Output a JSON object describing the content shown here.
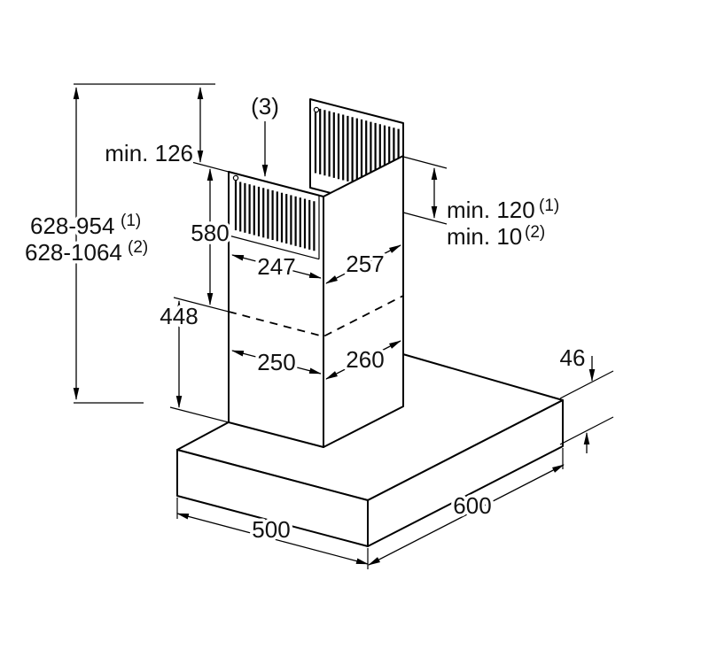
{
  "diagram": {
    "callout_3": "(3)",
    "dims": {
      "min126": "min. 126",
      "total_1_main": "628-954",
      "total_1_sup": "(1)",
      "total_2_main": "628-1064",
      "total_2_sup": "(2)",
      "h580": "580",
      "h448": "448",
      "w247": "247",
      "w257": "257",
      "w250": "250",
      "w260": "260",
      "rmin1_main": "min. 120",
      "rmin1_sup": "(1)",
      "rmin2_main": "min. 10",
      "rmin2_sup": "(2)",
      "t46": "46",
      "d500": "500",
      "w600": "600"
    },
    "colors": {
      "line": "#000000",
      "background": "#ffffff"
    }
  }
}
